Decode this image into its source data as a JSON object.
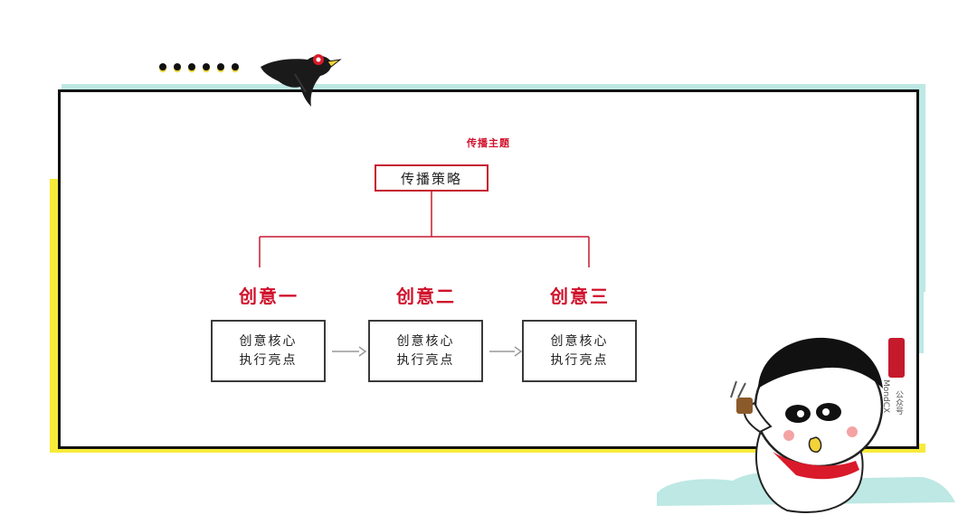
{
  "diagram": {
    "theme_label": "传播主题",
    "root": "传播策略",
    "ideas": [
      {
        "title": "创意一",
        "line1": "创意核心",
        "line2": "执行亮点"
      },
      {
        "title": "创意二",
        "line1": "创意核心",
        "line2": "执行亮点"
      },
      {
        "title": "创意三",
        "line1": "创意核心",
        "line2": "执行亮点"
      }
    ]
  },
  "watermark": {
    "vertical_text": "MondCX",
    "side_text": "公众号"
  },
  "colors": {
    "accent_red": "#d0112b",
    "cyan": "#bde8e4",
    "yellow": "#f7ea3a"
  }
}
